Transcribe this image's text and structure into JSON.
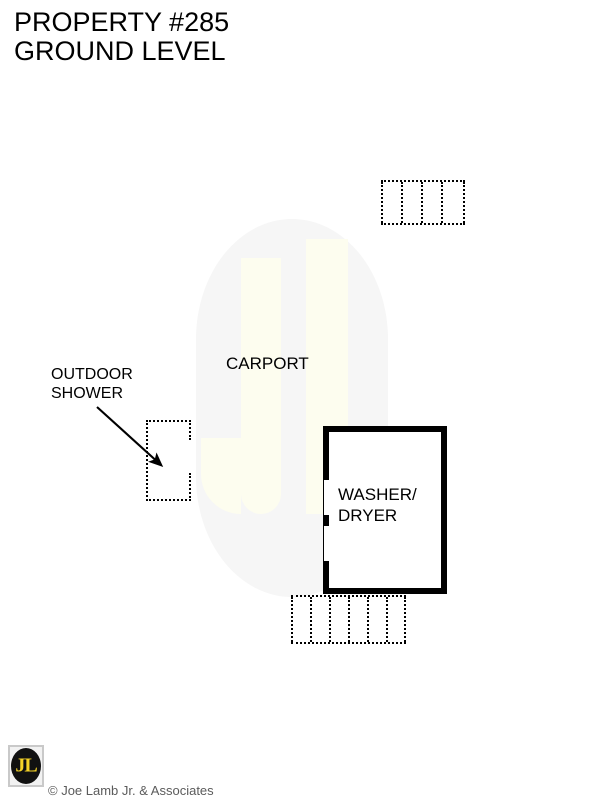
{
  "header": {
    "title_line1": "PROPERTY #285",
    "title_line2": "GROUND LEVEL"
  },
  "plan": {
    "rooms": [
      {
        "name": "carport",
        "label": "CARPORT",
        "style": "open-area"
      },
      {
        "name": "washer-dryer",
        "label_line1": "WASHER/",
        "label_line2": "DRYER",
        "style": "solid-walls",
        "doors": 2
      },
      {
        "name": "outdoor-shower",
        "label_line1": "OUTDOOR",
        "label_line2": "SHOWER",
        "style": "dotted-walls"
      }
    ],
    "stairs": [
      {
        "name": "stairs-top",
        "risers": 5
      },
      {
        "name": "stairs-bottom",
        "risers": 7
      }
    ],
    "watermark_letters": "JL",
    "colors": {
      "wall": "#000000",
      "watermark_field": "#f6f6f6",
      "watermark_mark": "#fdfdef",
      "logo_accent": "#f5d327",
      "logo_background": "#111111",
      "copyright": "#5b5b5b"
    }
  },
  "footer": {
    "logo_text": "JL",
    "copyright": "© Joe Lamb Jr. & Associates"
  }
}
